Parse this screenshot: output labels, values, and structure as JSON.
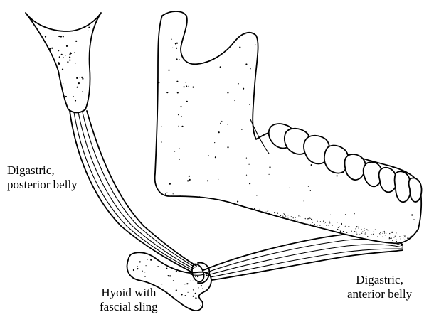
{
  "labels": {
    "posterior": [
      "Digastric,",
      "posterior belly"
    ],
    "anterior": [
      "Digastric,",
      "anterior belly"
    ],
    "hyoid": [
      "Hyoid with",
      "fascial sling"
    ]
  }
}
